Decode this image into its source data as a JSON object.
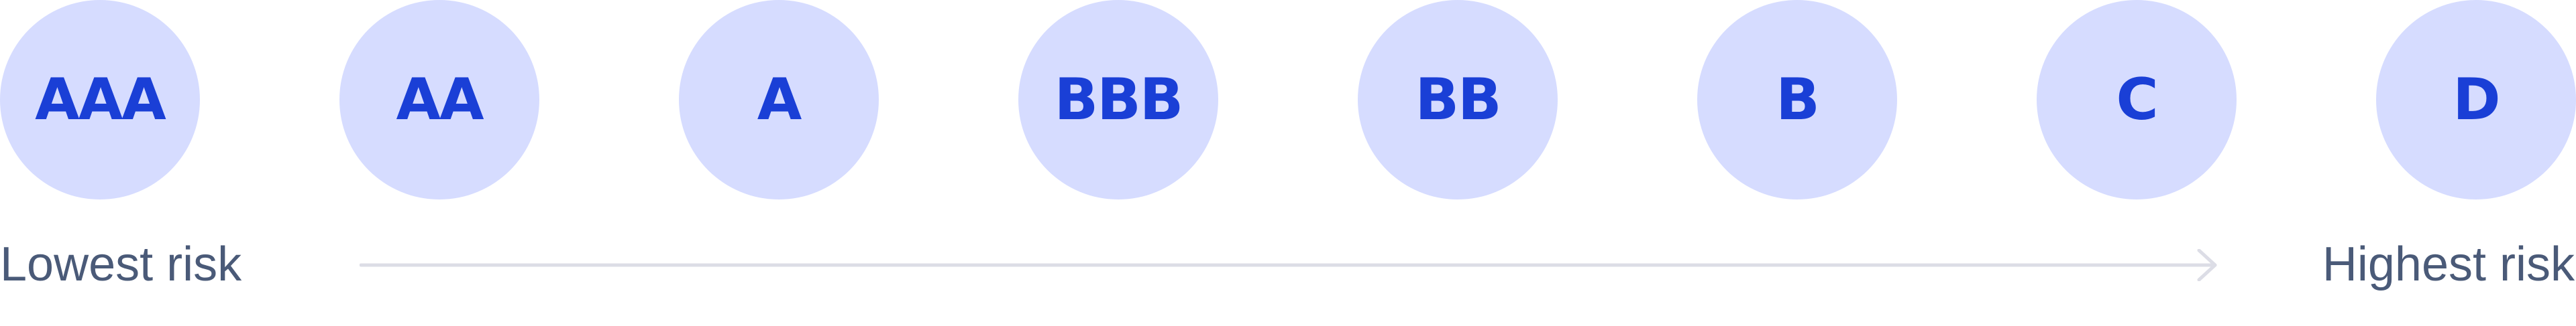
{
  "ratings": [
    {
      "label": "AAA"
    },
    {
      "label": "AA"
    },
    {
      "label": "A"
    },
    {
      "label": "BBB"
    },
    {
      "label": "BB"
    },
    {
      "label": "B"
    },
    {
      "label": "C"
    },
    {
      "label": "D"
    }
  ],
  "scale": {
    "low_label": "Lowest risk",
    "high_label": "Highest risk"
  },
  "colors": {
    "circle_fill": "#d6dcff",
    "rating_text": "#1a3fd6",
    "scale_text": "#4a5a78",
    "arrow": "#dcdde6"
  }
}
